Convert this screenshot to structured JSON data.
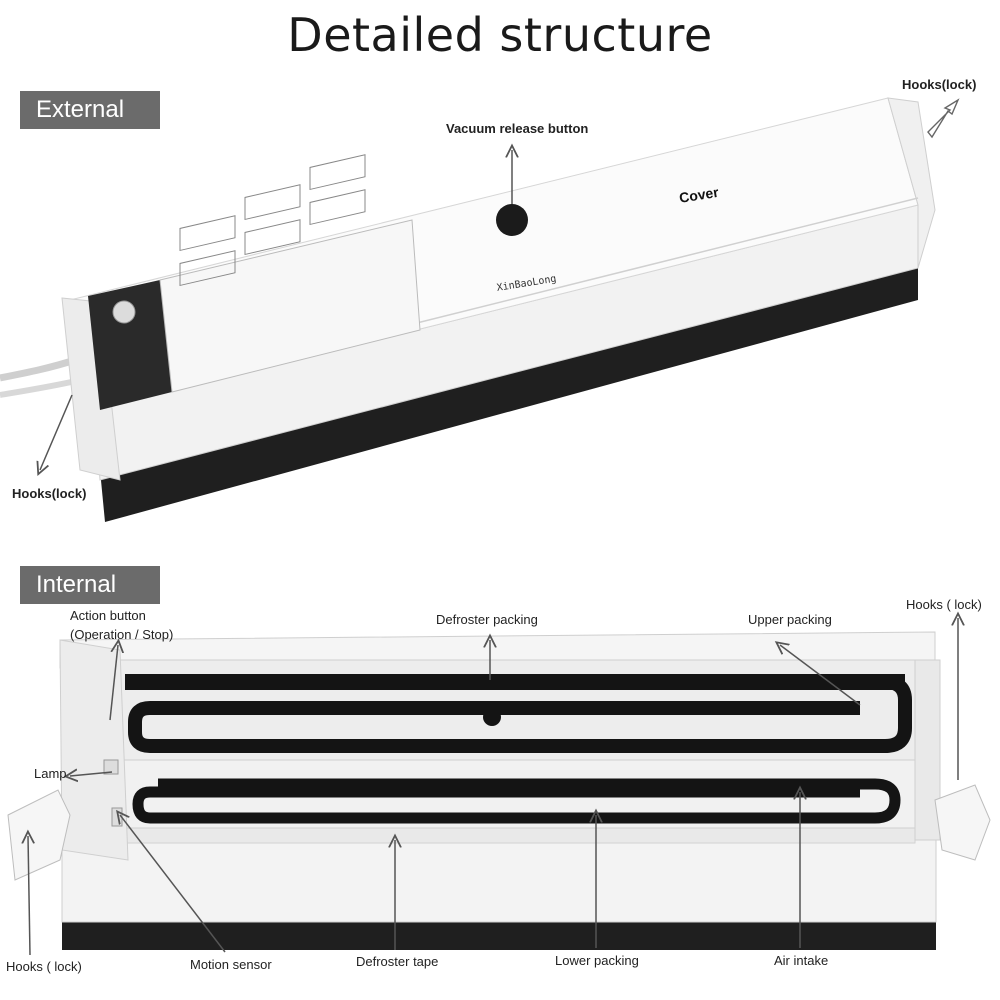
{
  "title": "Detailed structure",
  "sections": {
    "external": "External",
    "internal": "Internal"
  },
  "external": {
    "hooks_top_right": "Hooks(lock)",
    "hooks_left": "Hooks(lock)",
    "vacuum_release_button": "Vacuum release button",
    "cover": "Cover",
    "brand": "XinBaoLong"
  },
  "internal": {
    "action_button_line1": "Action button",
    "action_button_line2": "(Operation / Stop)",
    "defroster_packing": "Defroster packing",
    "upper_packing": "Upper packing",
    "hooks_right": "Hooks ( lock)",
    "lamp": "Lamp",
    "hooks_left": "Hooks ( lock)",
    "motion_sensor": "Motion sensor",
    "defroster_tape": "Defroster tape",
    "lower_packing": "Lower packing",
    "air_intake": "Air intake"
  },
  "colors": {
    "tag_background": "#6b6b6b",
    "gasket": "#111111",
    "body": "#f4f4f4"
  }
}
